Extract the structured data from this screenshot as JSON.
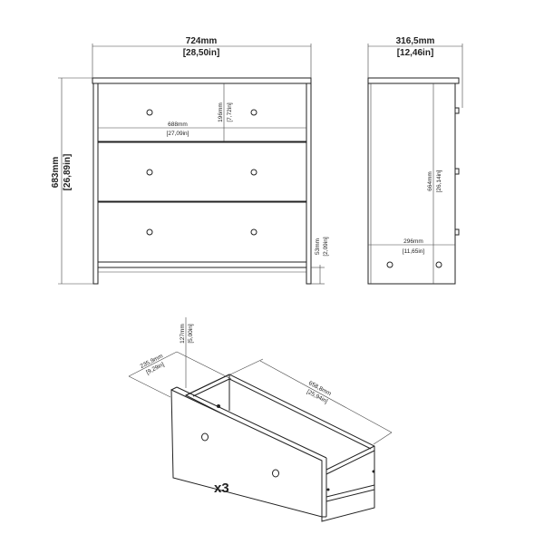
{
  "front_view": {
    "width_mm": "724mm",
    "width_in": "[28,50in]",
    "height_mm": "683mm",
    "height_in": "[26,89in]",
    "inner_width_mm": "688mm",
    "inner_width_in": "[27,09in]",
    "drawer_height_mm": "196mm",
    "drawer_height_in": "[7,72in]",
    "plinth_mm": "53mm",
    "plinth_in": "[2,09in]"
  },
  "side_view": {
    "depth_mm": "316,5mm",
    "depth_in": "[12,46in]",
    "inner_height_mm": "664mm",
    "inner_height_in": "[26,14in]",
    "inner_depth_mm": "296mm",
    "inner_depth_in": "[11,65in]"
  },
  "drawer_view": {
    "height_mm": "127mm",
    "height_in": "[5,00in]",
    "width_mm": "235,9mm",
    "width_in": "[9,29in]",
    "length_mm": "658,8mm",
    "length_in": "[25,94in]",
    "quantity": "x3"
  }
}
